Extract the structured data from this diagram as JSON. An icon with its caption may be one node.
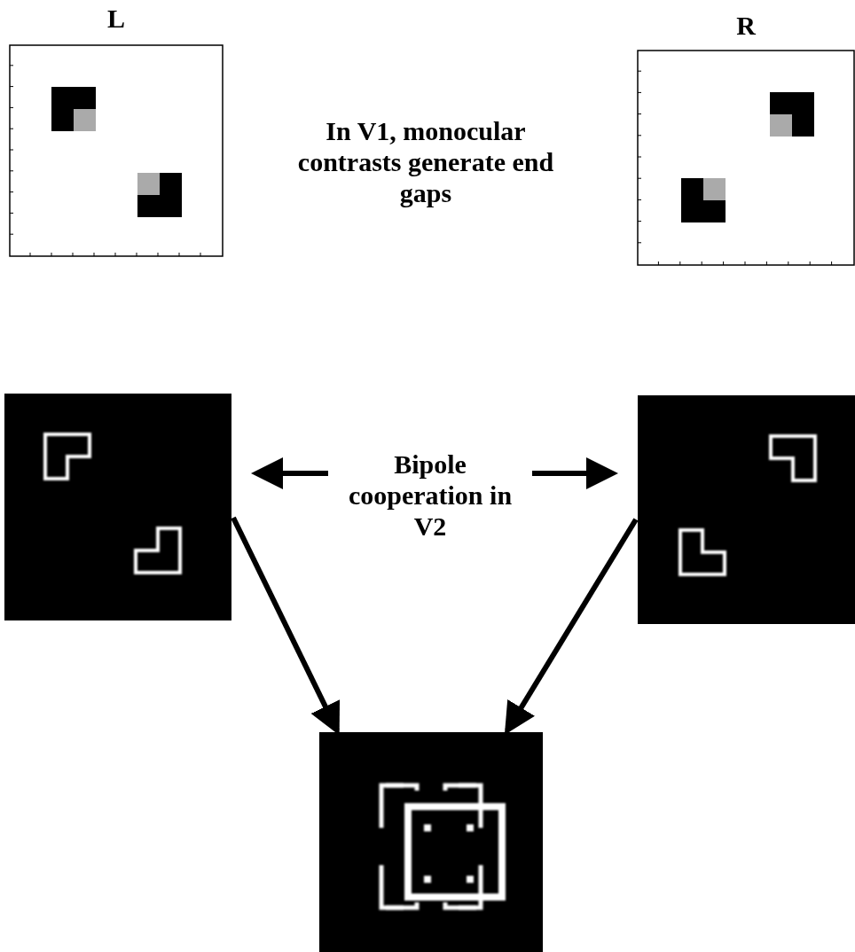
{
  "diagram": {
    "nodes": [
      {
        "text": [
          "L"
        ]
      },
      {
        "text": [
          "R"
        ]
      },
      {
        "text": [],
        "shape": "picture"
      },
      {
        "text": [
          "Bipole cooperation in V2"
        ]
      },
      {
        "text": [],
        "shape": "picture"
      },
      {
        "text": [],
        "shape": "picture"
      }
    ],
    "edges": [
      {
        "from": 3,
        "to": 2,
        "arrow": "to"
      },
      {
        "from": 3,
        "to": 4,
        "arrow": "to"
      },
      {
        "from": 2,
        "to": 5,
        "arrow": "to"
      },
      {
        "from": 4,
        "to": 5,
        "arrow": "to"
      }
    ],
    "labels": [
      "In V1, monocular contrasts generate end gaps"
    ]
  }
}
